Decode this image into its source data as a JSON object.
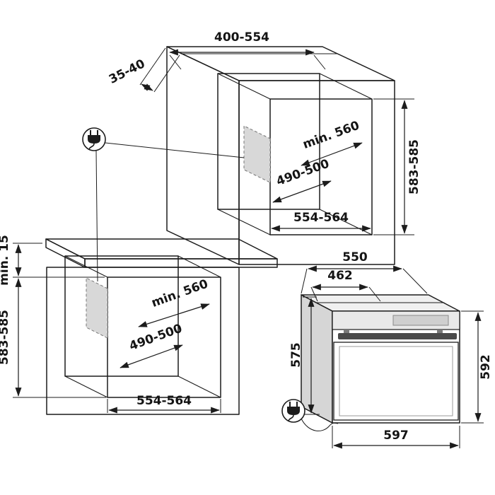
{
  "column_unit": {
    "top_width": "400-554",
    "top_panel_gap": "35-40",
    "niche_height": "583-585",
    "niche_min_depth": "min. 560",
    "support_depth": "490-500",
    "niche_width": "554-564"
  },
  "base_unit": {
    "rear_gap": "min. 15",
    "niche_height": "583-585",
    "niche_min_depth": "min. 560",
    "support_depth": "490-500",
    "niche_width": "554-564"
  },
  "oven": {
    "depth": "550",
    "body_depth": "462",
    "side_height": "575",
    "front_height": "592",
    "width": "597"
  },
  "symbols": {
    "power_plug_upper": "power-plug-icon",
    "power_plug_lower": "power-plug-icon"
  },
  "colors": {
    "line": "#1c1c1c",
    "socket_area": "#d8d8d8",
    "oven_side": "#d6d6d6",
    "oven_panel": "#e9e9e9",
    "handle": "#4a4a4a",
    "background": "#ffffff"
  }
}
